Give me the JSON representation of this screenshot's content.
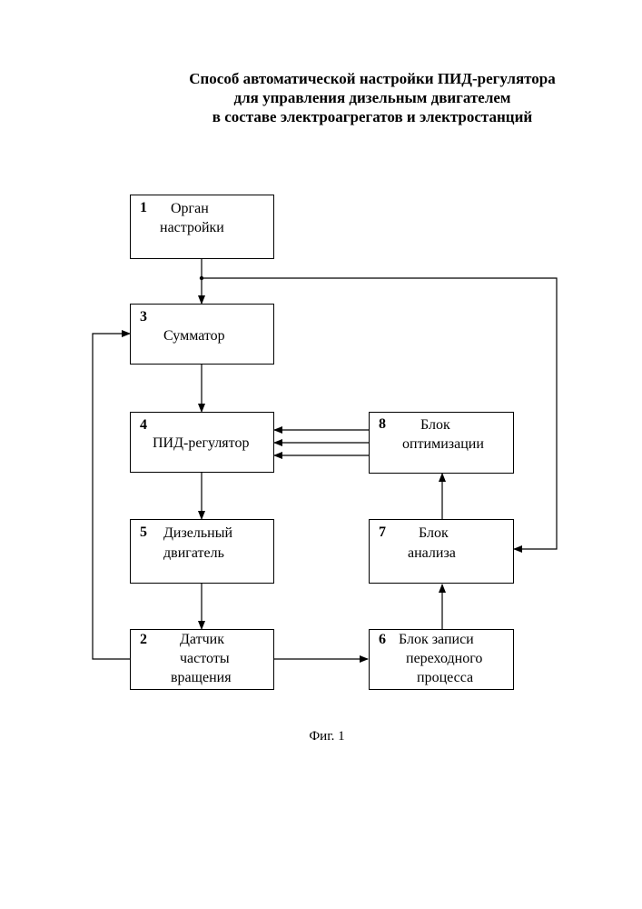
{
  "title": {
    "line1": "Способ автоматической настройки ПИД-регулятора",
    "line2": "для управления дизельным двигателем",
    "line3": "в составе электроагрегатов и электростанций"
  },
  "blocks": [
    {
      "id": "b1",
      "number": "1",
      "line1": "Орган",
      "line2": "настройки",
      "line3": ""
    },
    {
      "id": "b3",
      "number": "3",
      "line1": "Сумматор",
      "line2": "",
      "line3": ""
    },
    {
      "id": "b4",
      "number": "4",
      "line1": "ПИД-регулятор",
      "line2": "",
      "line3": ""
    },
    {
      "id": "b5",
      "number": "5",
      "line1": "Дизельный",
      "line2": "двигатель",
      "line3": ""
    },
    {
      "id": "b2",
      "number": "2",
      "line1": "Датчик",
      "line2": "частоты",
      "line3": "вращения"
    },
    {
      "id": "b6",
      "number": "6",
      "line1": "Блок записи",
      "line2": "переходного",
      "line3": "процесса"
    },
    {
      "id": "b7",
      "number": "7",
      "line1": "Блок",
      "line2": "анализа",
      "line3": ""
    },
    {
      "id": "b8",
      "number": "8",
      "line1": "Блок",
      "line2": "оптимизации",
      "line3": ""
    }
  ],
  "caption": "Фиг. 1"
}
